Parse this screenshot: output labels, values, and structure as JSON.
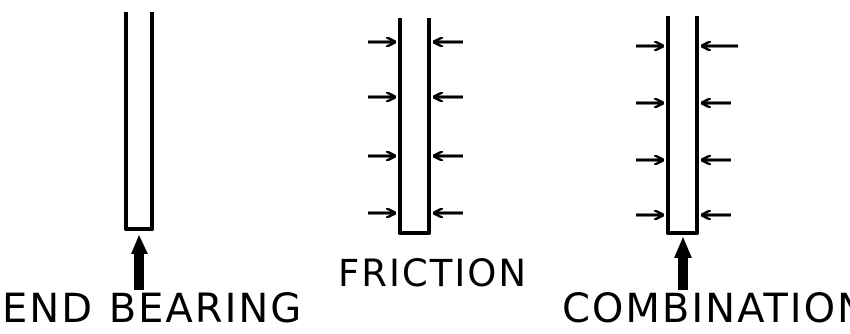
{
  "diagram": {
    "labels": {
      "end_bearing": "END BEARING",
      "friction": "FRICTION",
      "combination": "COMBINATION"
    },
    "stroke_color": "#000000",
    "background_color": "#ffffff"
  }
}
